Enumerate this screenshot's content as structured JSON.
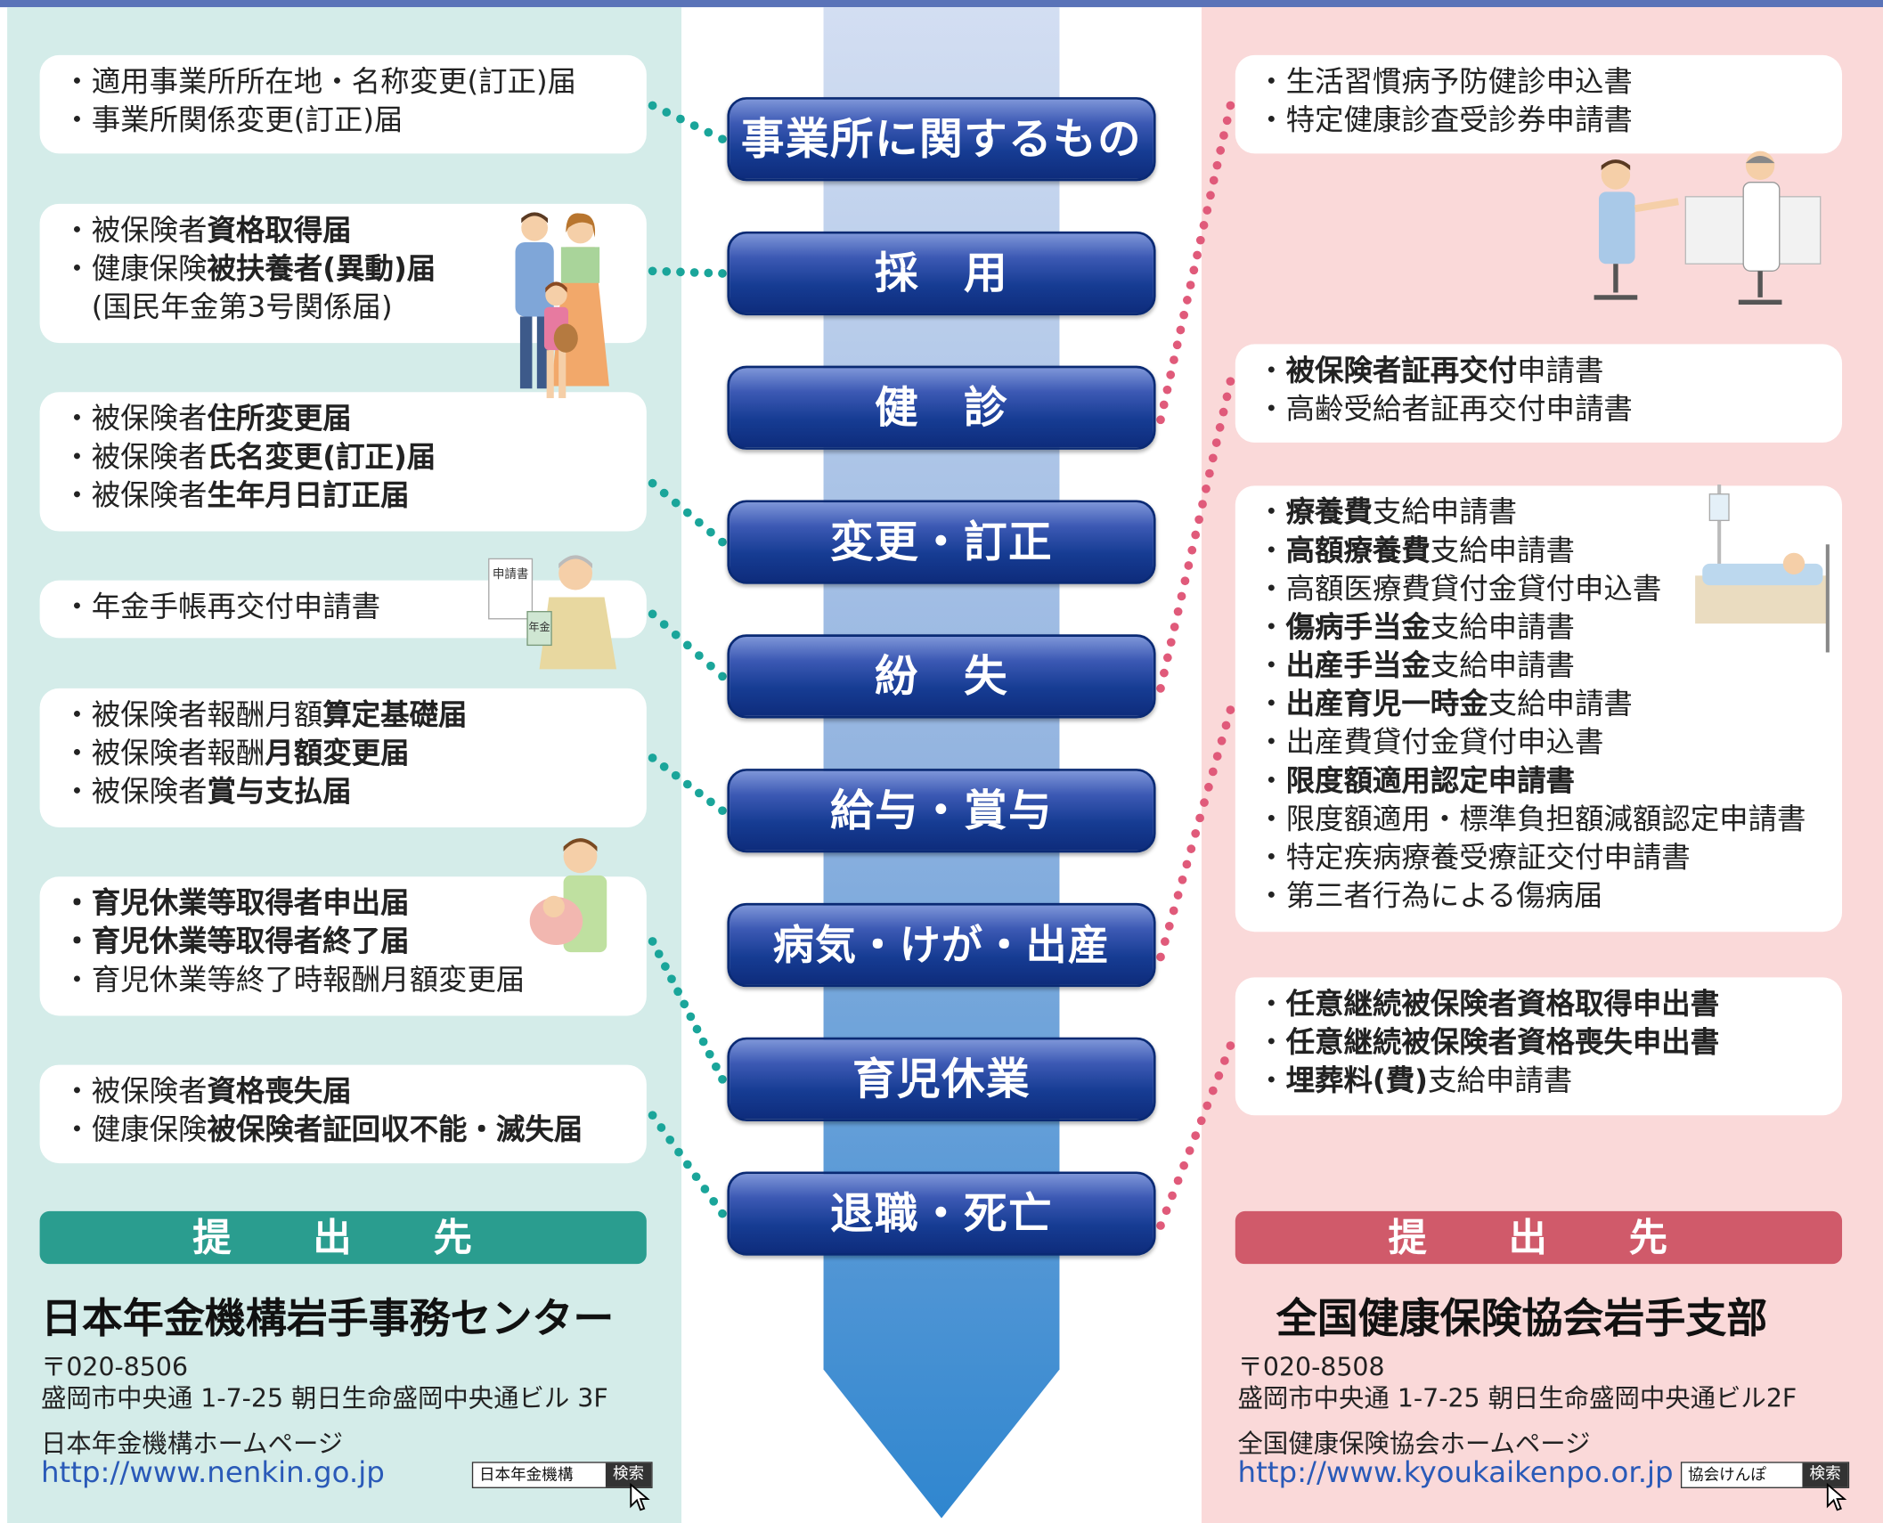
{
  "categories": [
    {
      "label": "事業所に関するもの"
    },
    {
      "label": "採　用"
    },
    {
      "label": "健　診"
    },
    {
      "label": "変更・訂正"
    },
    {
      "label": "紛　失"
    },
    {
      "label": "給与・賞与"
    },
    {
      "label": "病気・けが・出産"
    },
    {
      "label": "育児休業"
    },
    {
      "label": "退職・死亡"
    }
  ],
  "left": {
    "groups": [
      {
        "lines": [
          [
            {
              "t": "・適用事業所所在地・名称変更(訂正)届",
              "b": false
            }
          ],
          [
            {
              "t": "・事業所関係変更(訂正)届",
              "b": false
            }
          ]
        ]
      },
      {
        "lines": [
          [
            {
              "t": "・被保険者",
              "b": false
            },
            {
              "t": "資格取得届",
              "b": true
            }
          ],
          [
            {
              "t": "・健康保険",
              "b": false
            },
            {
              "t": "被扶養者(異動)届",
              "b": true
            }
          ],
          [
            {
              "t": "　(国民年金第3号関係届)",
              "b": false
            }
          ]
        ]
      },
      {
        "lines": [
          [
            {
              "t": "・被保険者",
              "b": false
            },
            {
              "t": "住所変更届",
              "b": true
            }
          ],
          [
            {
              "t": "・被保険者",
              "b": false
            },
            {
              "t": "氏名変更(訂正)届",
              "b": true
            }
          ],
          [
            {
              "t": "・被保険者",
              "b": false
            },
            {
              "t": "生年月日訂正届",
              "b": true
            }
          ]
        ]
      },
      {
        "lines": [
          [
            {
              "t": "・年金手帳再交付申請書",
              "b": false
            }
          ]
        ]
      },
      {
        "lines": [
          [
            {
              "t": "・被保険者報酬月額",
              "b": false
            },
            {
              "t": "算定基礎届",
              "b": true
            }
          ],
          [
            {
              "t": "・被保険者報酬",
              "b": false
            },
            {
              "t": "月額変更届",
              "b": true
            }
          ],
          [
            {
              "t": "・被保険者",
              "b": false
            },
            {
              "t": "賞与支払届",
              "b": true
            }
          ]
        ]
      },
      {
        "lines": [
          [
            {
              "t": "・育児休業等取得者申出届",
              "b": true
            }
          ],
          [
            {
              "t": "・育児休業等取得者終了届",
              "b": true
            }
          ],
          [
            {
              "t": "・育児休業等終了時報酬月額変更届",
              "b": false
            }
          ]
        ]
      },
      {
        "lines": [
          [
            {
              "t": "・被保険者",
              "b": false
            },
            {
              "t": "資格喪失届",
              "b": true
            }
          ],
          [
            {
              "t": "・健康保険",
              "b": false
            },
            {
              "t": "被保険者証回収不能・滅失届",
              "b": true
            }
          ]
        ]
      }
    ],
    "submit_label": "提　出　先",
    "org": "日本年金機構岩手事務センター",
    "postal": "〒020-8506",
    "address": "盛岡市中央通 1-7-25 朝日生命盛岡中央通ビル 3F",
    "hp_label": "日本年金機構ホームページ",
    "url": "http://www.nenkin.go.jp",
    "search_query": "日本年金機構",
    "search_button": "検索",
    "pension_doc_text": "申請書",
    "pension_book_text": "年金"
  },
  "right": {
    "groups": [
      {
        "lines": [
          [
            {
              "t": "・生活習慣病予防健診申込書",
              "b": false
            }
          ],
          [
            {
              "t": "・特定健康診査受診券申請書",
              "b": false
            }
          ]
        ]
      },
      {
        "lines": [
          [
            {
              "t": "・",
              "b": false
            },
            {
              "t": "被保険者証再交付",
              "b": true
            },
            {
              "t": "申請書",
              "b": false
            }
          ],
          [
            {
              "t": "・高齢受給者証再交付申請書",
              "b": false
            }
          ]
        ]
      },
      {
        "lines": [
          [
            {
              "t": "・",
              "b": false
            },
            {
              "t": "療養費",
              "b": true
            },
            {
              "t": "支給申請書",
              "b": false
            }
          ],
          [
            {
              "t": "・",
              "b": false
            },
            {
              "t": "高額療養費",
              "b": true
            },
            {
              "t": "支給申請書",
              "b": false
            }
          ],
          [
            {
              "t": "・高額医療費貸付金貸付申込書",
              "b": false
            }
          ],
          [
            {
              "t": "・",
              "b": false
            },
            {
              "t": "傷病手当金",
              "b": true
            },
            {
              "t": "支給申請書",
              "b": false
            }
          ],
          [
            {
              "t": "・",
              "b": false
            },
            {
              "t": "出産手当金",
              "b": true
            },
            {
              "t": "支給申請書",
              "b": false
            }
          ],
          [
            {
              "t": "・",
              "b": false
            },
            {
              "t": "出産育児一時金",
              "b": true
            },
            {
              "t": "支給申請書",
              "b": false
            }
          ],
          [
            {
              "t": "・出産費貸付金貸付申込書",
              "b": false
            }
          ],
          [
            {
              "t": "・",
              "b": false
            },
            {
              "t": "限度額適用認定申請書",
              "b": true
            }
          ],
          [
            {
              "t": "・限度額適用・標準負担額減額認定申請書",
              "b": false
            }
          ],
          [
            {
              "t": "・特定疾病療養受療証交付申請書",
              "b": false
            }
          ],
          [
            {
              "t": "・第三者行為による傷病届",
              "b": false
            }
          ]
        ]
      },
      {
        "lines": [
          [
            {
              "t": "・",
              "b": false
            },
            {
              "t": "任意継続被保険者資格取得申出書",
              "b": true
            }
          ],
          [
            {
              "t": "・",
              "b": false
            },
            {
              "t": "任意継続被保険者資格喪失申出書",
              "b": true
            }
          ],
          [
            {
              "t": "・",
              "b": false
            },
            {
              "t": "埋葬料(費)",
              "b": true
            },
            {
              "t": "支給申請書",
              "b": false
            }
          ]
        ]
      }
    ],
    "submit_label": "提　出　先",
    "org": "全国健康保険協会岩手支部",
    "postal": "〒020-8508",
    "address": "盛岡市中央通 1-7-25 朝日生命盛岡中央通ビル2F",
    "hp_label": "全国健康保険協会ホームページ",
    "url": "http://www.kyoukaikenpo.or.jp",
    "search_query": "協会けんぽ",
    "search_button": "検索"
  },
  "colors": {
    "left_bg": "#d4ece9",
    "right_bg": "#fad9d9",
    "left_accent": "#2a9d8f",
    "right_accent": "#d05a6a",
    "category_blue": "#163c93",
    "teal_dot": "#1aa59a",
    "pink_dot": "#e05a7a"
  },
  "connections": {
    "left_to_category": [
      0,
      1,
      3,
      4,
      5,
      7,
      8
    ],
    "right_to_category": [
      2,
      4,
      6,
      8
    ]
  }
}
